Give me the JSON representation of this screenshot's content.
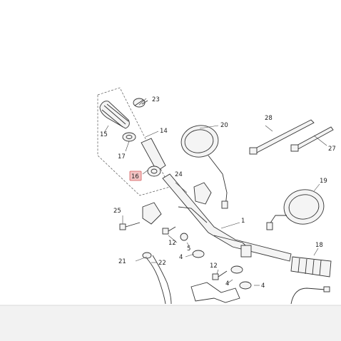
{
  "diagram": {
    "highlighted_part": "16",
    "highlight_color": "#f3c3c3",
    "labels": {
      "p1": "1",
      "p4a": "4",
      "p4b": "4",
      "p4c": "4",
      "p5": "5",
      "p12a": "12",
      "p12b": "12",
      "p14": "14",
      "p15": "15",
      "p16": "16",
      "p17": "17",
      "p18": "18",
      "p19": "19",
      "p20": "20",
      "p21": "21",
      "p22": "22",
      "p23": "23",
      "p24": "24",
      "p25": "25",
      "p27": "27",
      "p28": "28"
    }
  }
}
